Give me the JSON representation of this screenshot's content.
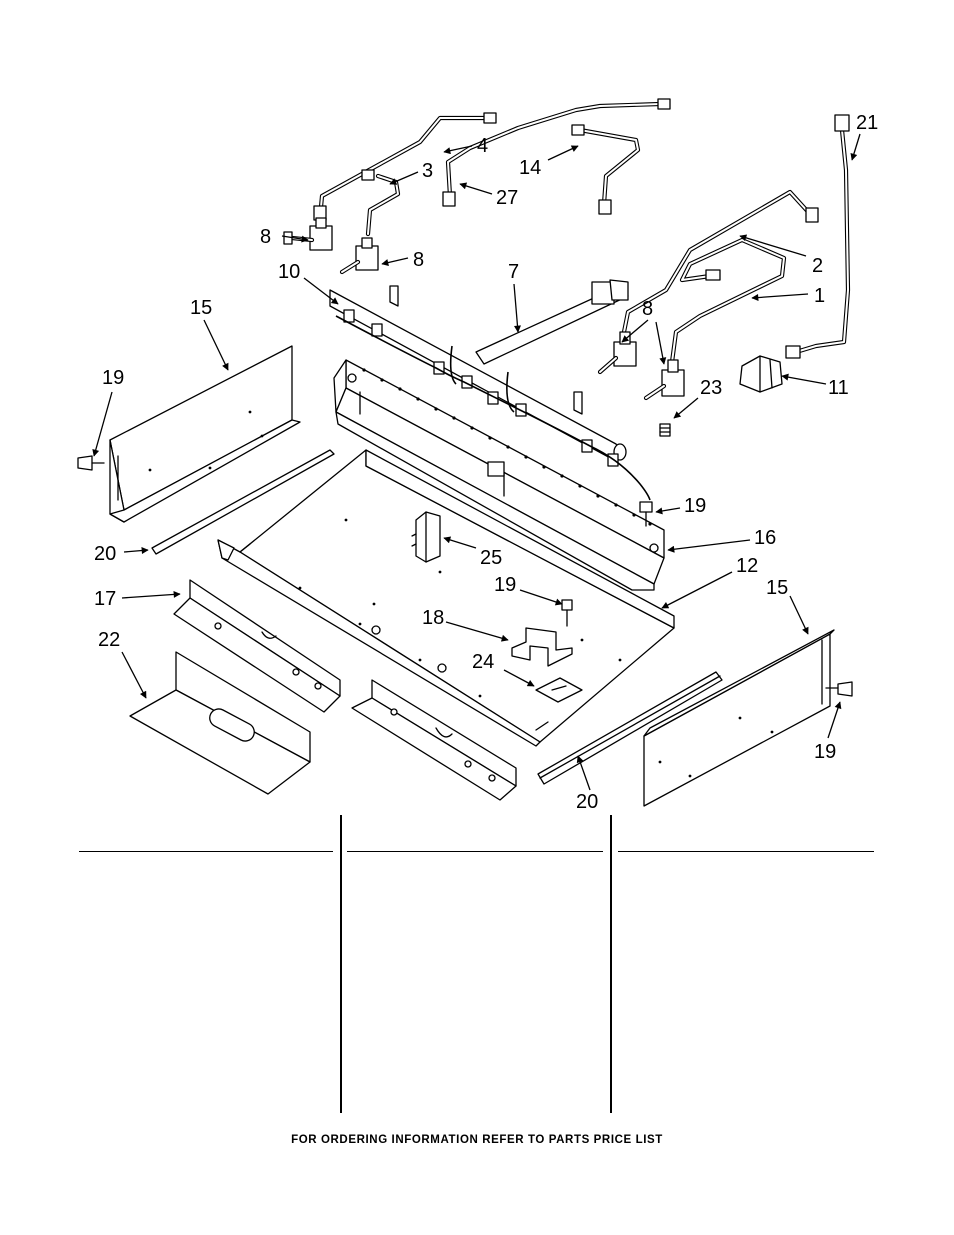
{
  "diagram": {
    "callouts": {
      "c1": "1",
      "c2": "2",
      "c3": "3",
      "c4": "4",
      "c7": "7",
      "c8a": "8",
      "c8b": "8",
      "c8c": "8",
      "c10": "10",
      "c11": "11",
      "c12": "12",
      "c14": "14",
      "c15a": "15",
      "c15b": "15",
      "c16": "16",
      "c17": "17",
      "c18": "18",
      "c19a": "19",
      "c19b": "19",
      "c19c": "19",
      "c19d": "19",
      "c20a": "20",
      "c20b": "20",
      "c21": "21",
      "c22": "22",
      "c23": "23",
      "c24": "24",
      "c25": "25",
      "c27": "27"
    }
  },
  "footer": {
    "note": "FOR ORDERING INFORMATION REFER TO PARTS PRICE LIST"
  }
}
